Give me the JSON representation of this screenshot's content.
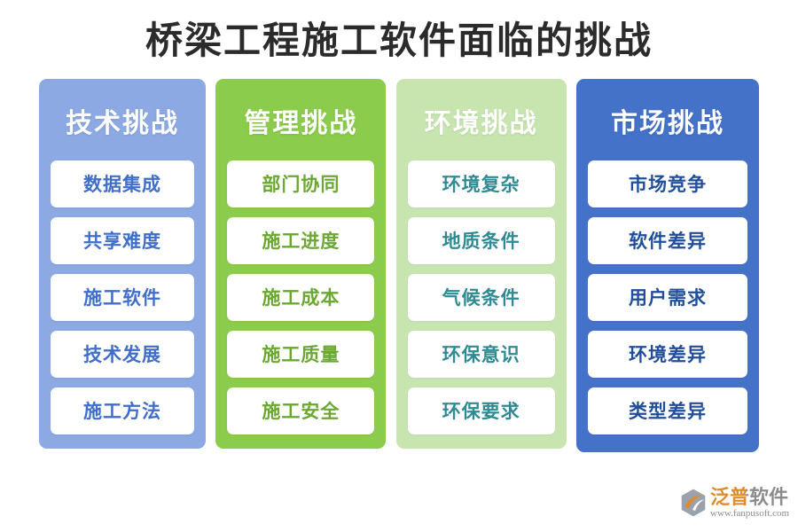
{
  "page": {
    "title": "桥梁工程施工软件面临的挑战",
    "background": "#ffffff",
    "title_color": "#2b2b2b"
  },
  "columns": [
    {
      "id": "technical",
      "header": "技术挑战",
      "bg_color": "#8ca9e3",
      "item_text_color": "#3f6ecb",
      "items": [
        "数据集成",
        "共享难度",
        "施工软件",
        "技术发展",
        "施工方法"
      ]
    },
    {
      "id": "management",
      "header": "管理挑战",
      "bg_color": "#8ccc4c",
      "item_text_color": "#6aa832",
      "items": [
        "部门协同",
        "施工进度",
        "施工成本",
        "施工质量",
        "施工安全"
      ]
    },
    {
      "id": "environment",
      "header": "环境挑战",
      "bg_color": "#c8e5b0",
      "item_text_color": "#2e8b93",
      "items": [
        "环境复杂",
        "地质条件",
        "气候条件",
        "环保意识",
        "环保要求"
      ]
    },
    {
      "id": "market",
      "header": "市场挑战",
      "bg_color": "#4472c9",
      "item_text_color": "#1f4e9c",
      "items": [
        "市场竞争",
        "软件差异",
        "用户需求",
        "环境差异",
        "类型差异"
      ]
    }
  ],
  "watermark": {
    "brand": "泛普软件",
    "url": "www.fanpusoft.com",
    "brand_color_primary": "#e08b2e",
    "brand_color_secondary": "#8c8c8c",
    "logo_icon": "fanpu-hexagon-logo-icon"
  }
}
